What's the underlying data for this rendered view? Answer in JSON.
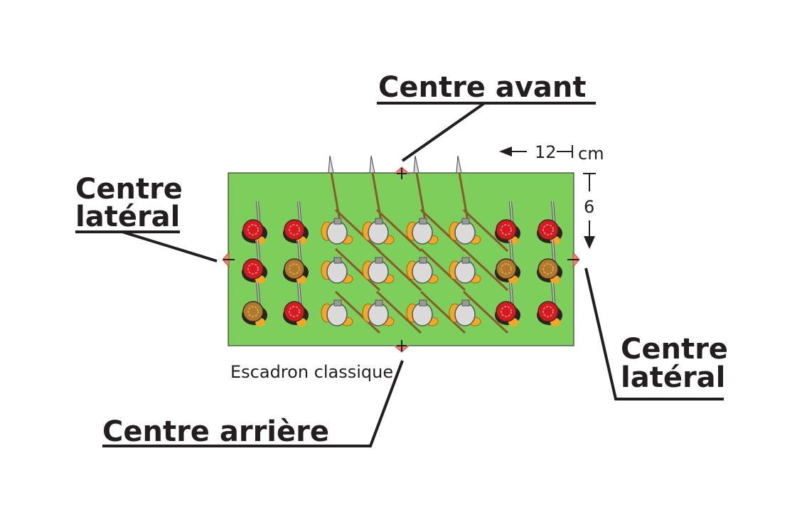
{
  "labels": {
    "front": "Centre avant",
    "side_left_1": "Centre",
    "side_left_2": "latéral",
    "side_right_1": "Centre",
    "side_right_2": "latéral",
    "rear": "Centre arrière",
    "unit_name": "Escadron classique"
  },
  "dimensions": {
    "width_value": "12",
    "width_unit": "cm",
    "depth_value": "6"
  },
  "figures": {
    "rows": [
      [
        "musket-red",
        "musket-red",
        "pike",
        "pike",
        "pike",
        "pike",
        "musket-red",
        "musket-red"
      ],
      [
        "musket-red",
        "musket-brown",
        "pike",
        "pike",
        "pike",
        "pike",
        "musket-brown",
        "musket-brown"
      ],
      [
        "musket-brown",
        "musket-red",
        "pike",
        "pike",
        "pike",
        "pike",
        "musket-red",
        "musket-red"
      ]
    ]
  },
  "colors": {
    "base": "#7ccf5a",
    "ink": "#231f20",
    "marker": "#f08070",
    "hat_red": "#d71920",
    "hat_brown": "#b07a2a",
    "armour": "#dadada",
    "sleeve": "#f5a623",
    "pike_shaft": "#8b5a2b"
  }
}
